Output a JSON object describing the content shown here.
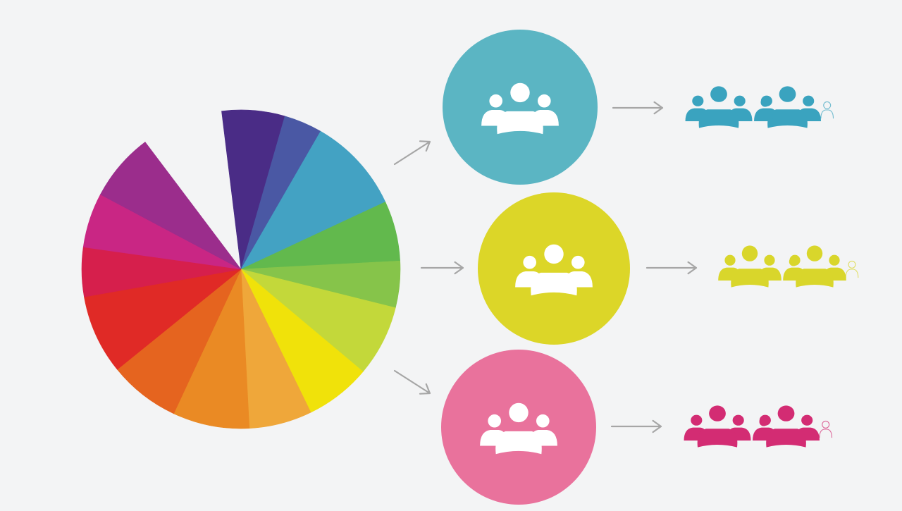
{
  "background": "#f3f4f5",
  "arrow_color": "#a6a6a6",
  "color_wheel": {
    "segments": [
      {
        "color": "#4a2c86"
      },
      {
        "color": "#4a58a4"
      },
      {
        "color": "#43a2c3"
      },
      {
        "color": "#62b94d"
      },
      {
        "color": "#86c44a"
      },
      {
        "color": "#c3d83a"
      },
      {
        "color": "#f0e20a"
      },
      {
        "color": "#efa73a"
      },
      {
        "color": "#ea8a24"
      },
      {
        "color": "#e5641f"
      },
      {
        "color": "#e02a26"
      },
      {
        "color": "#d61f4c"
      },
      {
        "color": "#c92684"
      },
      {
        "color": "#9b2d8c"
      }
    ]
  },
  "groups": [
    {
      "name": "teal-segment",
      "color": "#5bb5c3",
      "crowd_color": "#3aa3bf",
      "icon": "users-icon"
    },
    {
      "name": "yellow-segment",
      "color": "#dcd628",
      "crowd_color": "#d9d62b",
      "icon": "users-icon"
    },
    {
      "name": "pink-segment",
      "color": "#e9729c",
      "crowd_color": "#d32c73",
      "icon": "users-icon"
    }
  ]
}
